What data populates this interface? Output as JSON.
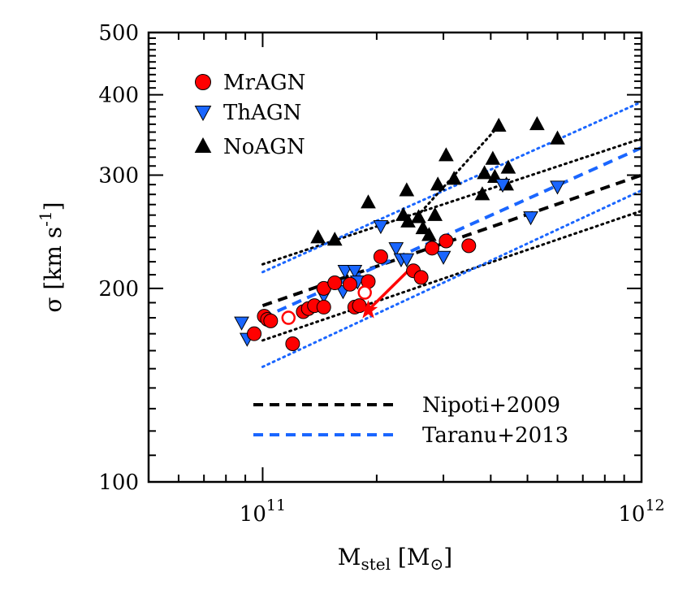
{
  "chart_data": {
    "type": "scatter",
    "x_axis": {
      "scale": "log",
      "range": [
        50000000000,
        1000000000000
      ],
      "ticks": [
        {
          "value": 100000000000,
          "base": "10",
          "exp": "11"
        },
        {
          "value": 1000000000000,
          "base": "10",
          "exp": "12"
        }
      ],
      "label": {
        "main": "M",
        "sub": "stel",
        "unit_open": "[M",
        "unit_sub": "⊙",
        "unit_close": "]"
      }
    },
    "y_axis": {
      "scale": "log",
      "range": [
        100,
        500
      ],
      "ticks": [
        {
          "value": 100,
          "label": "100"
        },
        {
          "value": 200,
          "label": "200"
        },
        {
          "value": 300,
          "label": "300"
        },
        {
          "value": 400,
          "label": "400"
        },
        {
          "value": 500,
          "label": "500"
        }
      ],
      "label": {
        "main": "σ [km s",
        "sup": "-1",
        "close": "]"
      }
    },
    "legend_markers": [
      {
        "name": "MrAGN",
        "marker": "circle",
        "color": "#ff0000"
      },
      {
        "name": "ThAGN",
        "marker": "triangle-down",
        "color": "#1a66ff"
      },
      {
        "name": "NoAGN",
        "marker": "triangle-up",
        "color": "#000000"
      }
    ],
    "legend_lines": [
      {
        "name": "Nipoti+2009",
        "color": "#000000"
      },
      {
        "name": "Taranu+2013",
        "color": "#1a66ff"
      }
    ],
    "series": [
      {
        "name": "MrAGN",
        "marker": "circle",
        "color": "#ff0000",
        "points": [
          [
            95000000000,
            170
          ],
          [
            101000000000,
            181
          ],
          [
            103000000000,
            179
          ],
          [
            105000000000,
            178
          ],
          [
            120000000000,
            164
          ],
          [
            128000000000,
            184
          ],
          [
            132000000000,
            186
          ],
          [
            137000000000,
            188
          ],
          [
            145000000000,
            187
          ],
          [
            145000000000,
            200
          ],
          [
            155000000000,
            204
          ],
          [
            170000000000,
            203
          ],
          [
            175000000000,
            187
          ],
          [
            180000000000,
            188
          ],
          [
            190000000000,
            205
          ],
          [
            205000000000,
            224
          ],
          [
            250000000000,
            213
          ],
          [
            262000000000,
            208
          ],
          [
            280000000000,
            231
          ],
          [
            305000000000,
            237
          ],
          [
            350000000000,
            233
          ]
        ],
        "open_points": [
          [
            117000000000,
            180
          ],
          [
            186000000000,
            197
          ]
        ],
        "star": [
          190000000000,
          185
        ]
      },
      {
        "name": "ThAGN",
        "marker": "triangle-down",
        "color": "#1a66ff",
        "points": [
          [
            88000000000,
            177
          ],
          [
            91000000000,
            167
          ],
          [
            145000000000,
            195
          ],
          [
            163000000000,
            198
          ],
          [
            165000000000,
            213
          ],
          [
            175000000000,
            213
          ],
          [
            178000000000,
            205
          ],
          [
            205000000000,
            250
          ],
          [
            225000000000,
            231
          ],
          [
            232000000000,
            222
          ],
          [
            240000000000,
            222
          ],
          [
            300000000000,
            224
          ],
          [
            430000000000,
            290
          ],
          [
            510000000000,
            258
          ],
          [
            600000000000,
            288
          ]
        ]
      },
      {
        "name": "NoAGN",
        "marker": "triangle-up",
        "color": "#000000",
        "points": [
          [
            140000000000,
            240
          ],
          [
            155000000000,
            238
          ],
          [
            190000000000,
            272
          ],
          [
            235000000000,
            260
          ],
          [
            240000000000,
            284
          ],
          [
            242000000000,
            254
          ],
          [
            258000000000,
            258
          ],
          [
            265000000000,
            248
          ],
          [
            275000000000,
            242
          ],
          [
            285000000000,
            260
          ],
          [
            290000000000,
            290
          ],
          [
            305000000000,
            322
          ],
          [
            320000000000,
            296
          ],
          [
            380000000000,
            280
          ],
          [
            385000000000,
            302
          ],
          [
            405000000000,
            318
          ],
          [
            410000000000,
            298
          ],
          [
            420000000000,
            358
          ],
          [
            440000000000,
            290
          ],
          [
            445000000000,
            308
          ],
          [
            530000000000,
            360
          ],
          [
            600000000000,
            342
          ]
        ]
      }
    ],
    "fit_lines": [
      {
        "name": "Nipoti+2009",
        "style": "dashed",
        "color": "#000000",
        "points": [
          [
            100000000000,
            188
          ],
          [
            1000000000000,
            300
          ]
        ]
      },
      {
        "name": "Taranu+2013",
        "style": "dashed",
        "color": "#1a66ff",
        "points": [
          [
            100000000000,
            180
          ],
          [
            1000000000000,
            331
          ]
        ]
      },
      {
        "name": "",
        "style": "dotted",
        "color": "#000000",
        "points": [
          [
            100000000000,
            218
          ],
          [
            1000000000000,
            342
          ]
        ]
      },
      {
        "name": "",
        "style": "dotted",
        "color": "#000000",
        "points": [
          [
            100000000000,
            166
          ],
          [
            1000000000000,
            264
          ]
        ]
      },
      {
        "name": "",
        "style": "dotted",
        "color": "#1a66ff",
        "points": [
          [
            100000000000,
            212
          ],
          [
            1000000000000,
            390
          ]
        ]
      },
      {
        "name": "",
        "style": "dotted",
        "color": "#1a66ff",
        "points": [
          [
            100000000000,
            151
          ],
          [
            1000000000000,
            284
          ]
        ]
      },
      {
        "name": "",
        "style": "dotted",
        "color": "#000000",
        "points": [
          [
            250000000000,
            255
          ],
          [
            420000000000,
            358
          ]
        ]
      },
      {
        "name": "",
        "style": "solid",
        "color": "#ff0000",
        "points": [
          [
            190000000000,
            185
          ],
          [
            248000000000,
            216
          ]
        ]
      }
    ]
  }
}
